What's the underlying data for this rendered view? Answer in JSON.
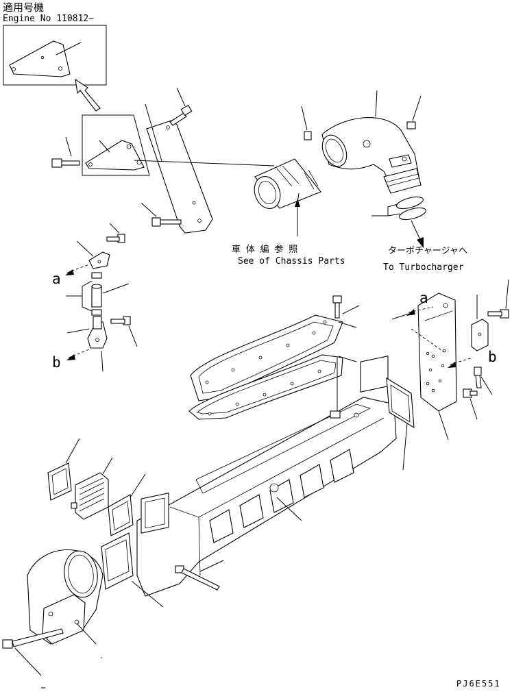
{
  "applicability": {
    "label_jp": "適用号機",
    "label_en": "Engine No 110812~"
  },
  "callouts": {
    "chassis_jp": "車 体 編 参 照",
    "chassis_en": "See of Chassis Parts",
    "turbo_jp": "ターボチャージャへ",
    "turbo_en": "To Turbocharger"
  },
  "reference_marks": {
    "a_left": "a",
    "b_left": "b",
    "a_right": "a",
    "b_right": "b"
  },
  "drawing_code": "PJ6E551"
}
